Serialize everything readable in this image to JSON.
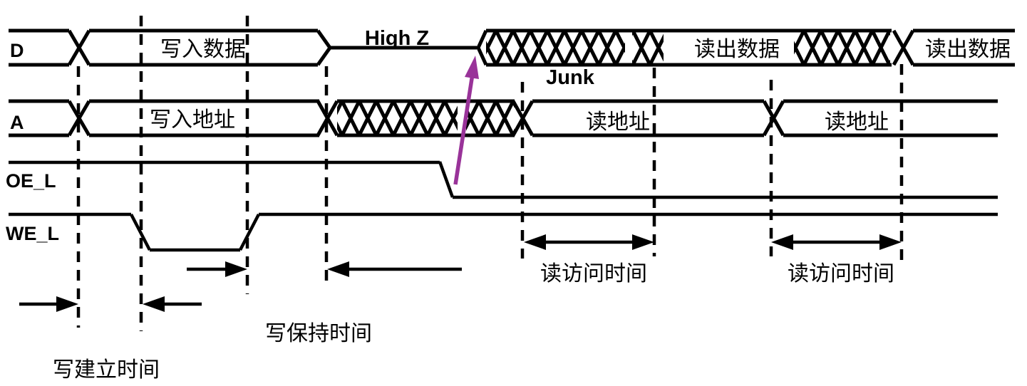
{
  "signals": {
    "d": "D",
    "a": "A",
    "oe": "OE_L",
    "we": "WE_L"
  },
  "d_row": {
    "write_data": "写入数据",
    "high_z": "High Z",
    "junk": "Junk",
    "read_data_1": "读出数据",
    "read_data_2": "读出数据"
  },
  "a_row": {
    "write_address": "写入地址",
    "read_address_1": "读地址",
    "read_address_2": "读地址"
  },
  "timing": {
    "write_setup": "写建立时间",
    "write_hold": "写保持时间",
    "read_access_1": "读访问时间",
    "read_access_2": "读访问时间"
  },
  "colors": {
    "line": "#000000",
    "junk_arrow": "#993399"
  }
}
